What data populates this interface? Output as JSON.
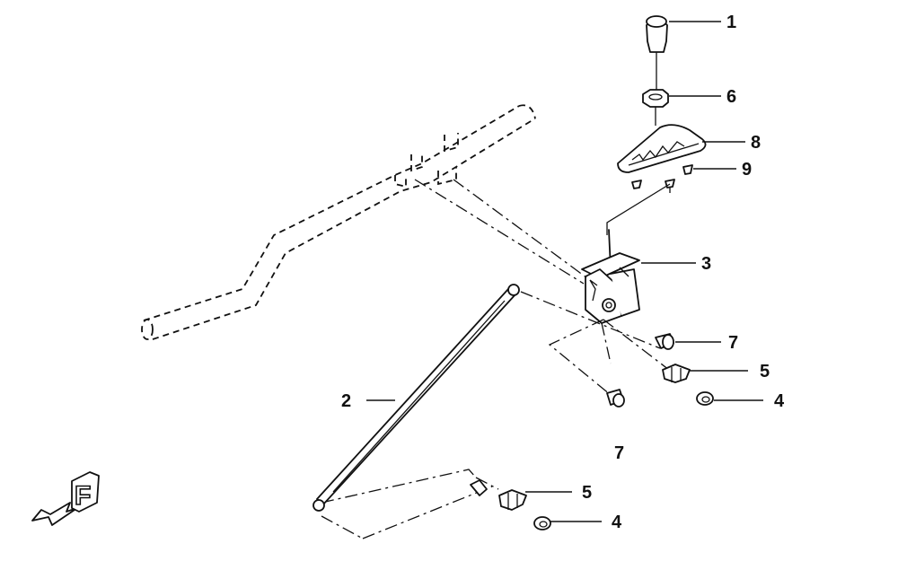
{
  "callouts": [
    {
      "id": "c1",
      "label": "1"
    },
    {
      "id": "c6",
      "label": "6"
    },
    {
      "id": "c8",
      "label": "8"
    },
    {
      "id": "c9",
      "label": "9"
    },
    {
      "id": "c3",
      "label": "3"
    },
    {
      "id": "c7a",
      "label": "7"
    },
    {
      "id": "c5a",
      "label": "5"
    },
    {
      "id": "c4a",
      "label": "4"
    },
    {
      "id": "c2",
      "label": "2"
    },
    {
      "id": "c7b",
      "label": "7"
    },
    {
      "id": "c5b",
      "label": "5"
    },
    {
      "id": "c4b",
      "label": "4"
    }
  ],
  "front_indicator": {
    "label": "F"
  },
  "colors": {
    "ink": "#111111",
    "background": "#ffffff"
  }
}
